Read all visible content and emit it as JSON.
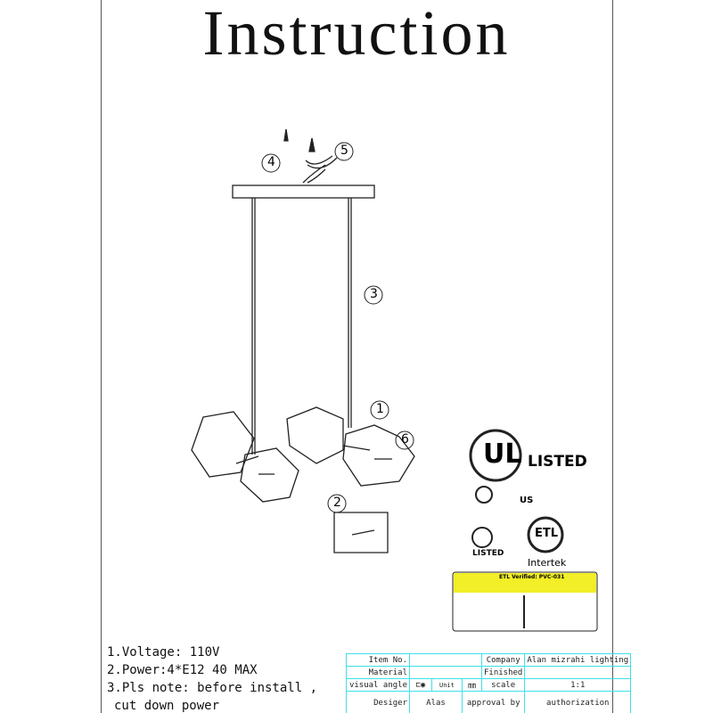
{
  "title": "Instruction",
  "notes": [
    "1.Voltage: 110V",
    "2.Power:4*E12 40 MAX",
    "3.Pls note:  before install ,",
    "cut down power"
  ],
  "callouts": [
    "1",
    "2",
    "3",
    "4",
    "5",
    "6"
  ],
  "certs": {
    "ul_listed": "LISTED",
    "ul_us": "US",
    "c_ul_listed": "LISTED",
    "intertek": "Intertek",
    "etl_label_title": "ETL Verified: PVC-031"
  },
  "table": {
    "item_no_label": "Item No.",
    "item_no": "",
    "company_label": "Company",
    "company": "Alan mizrahi lighting",
    "material_label": "Material",
    "material": "",
    "finished_label": "Finished",
    "finished": "",
    "visual_angle_label": "visual angle",
    "unit_label": "Unit",
    "unit": "㎜",
    "scale_label": "scale",
    "scale": "1:1",
    "designer_label": "Desiger",
    "designer": "Alas",
    "approval_label": "approval by",
    "authorization_label": "authorization"
  }
}
